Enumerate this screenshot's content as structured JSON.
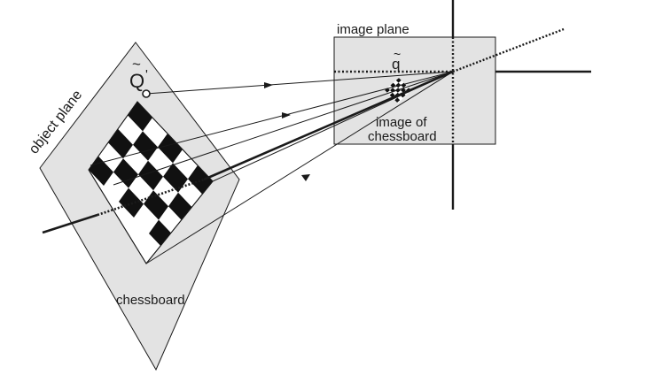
{
  "labels": {
    "object_plane": "object plane",
    "image_plane": "image plane",
    "point_Q": "Q",
    "point_Q_tilde": "~",
    "point_Q_prime": "'",
    "point_q": "q",
    "point_q_tilde": "~",
    "image_of_chessboard_line1": "image of",
    "image_of_chessboard_line2": "chessboard",
    "chessboard": "chessboard"
  },
  "colors": {
    "ink": "#1a1a1a",
    "plane_fill": "#e3e3e3",
    "square_fill": "#111111",
    "background": "#ffffff"
  }
}
